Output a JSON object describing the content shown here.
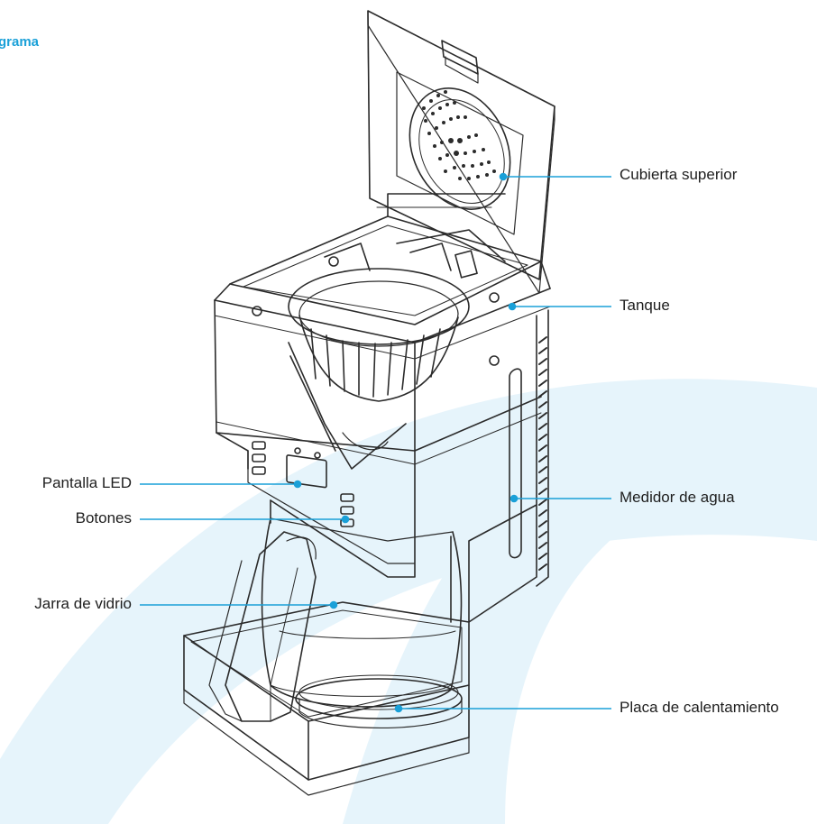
{
  "heading": "grama",
  "colors": {
    "accent": "#1aa0d8",
    "background_arc": "#e6f4fb",
    "line_art": "#2b2b2b",
    "label_text": "#1e1e1e"
  },
  "diagram": {
    "subject": "drip coffee maker",
    "callouts": {
      "top_cover": "Cubierta superior",
      "tank": "Tanque",
      "led_display": "Pantalla LED",
      "buttons": "Botones",
      "water_gauge": "Medidor de agua",
      "glass_carafe": "Jarra de vidrio",
      "warming_plate": "Placa de calentamiento"
    }
  }
}
